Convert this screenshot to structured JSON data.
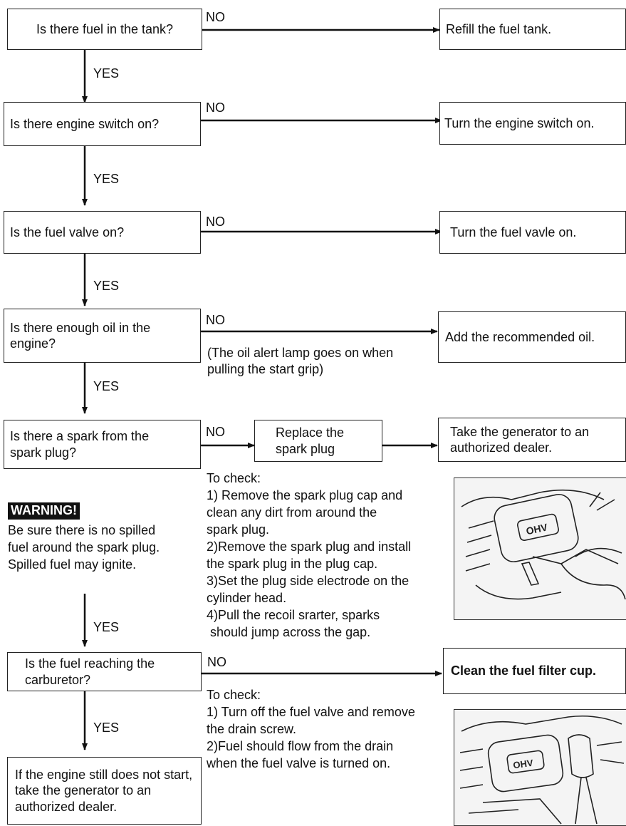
{
  "labels": {
    "yes": "YES",
    "no": "NO"
  },
  "checks": {
    "q1": "Is there fuel in the tank?",
    "a1": "Refill the fuel tank.",
    "q2": "Is there engine switch on?",
    "a2": "Turn the engine switch on.",
    "q3": "Is the fuel valve on?",
    "a3": "Turn the fuel vavle on.",
    "q4": "Is there enough oil in the engine?",
    "a4": "Add the recommended oil.",
    "note4_l1": "(The oil alert lamp goes on when",
    "note4_l2": "pulling the start grip)",
    "q5": "Is there a spark from the spark plug?",
    "r5": "Replace the spark plug",
    "a5": "Take the generator to an authorized dealer.",
    "q6": "Is the fuel reaching the carburetor?",
    "a6": "Clean the fuel filter cup.",
    "final": "If the engine still does not start, take the generator to an authorized dealer."
  },
  "spark_check": {
    "heading": "To check:",
    "lines": [
      "1) Remove the spark plug cap and",
      "clean any dirt from around the",
      "spark plug.",
      "2)Remove the spark plug and install",
      "the spark plug in the plug cap.",
      "3)Set the plug side electrode on the",
      "cylinder head.",
      "4)Pull the recoil srarter, sparks",
      " should jump across the gap."
    ]
  },
  "fuel_check": {
    "heading": "To check:",
    "lines": [
      "1) Turn off the fuel valve and remove",
      "the drain screw.",
      "2)Fuel should flow from the drain",
      "when the fuel valve is turned on."
    ]
  },
  "warning": {
    "badge": "WARNING!",
    "lines": [
      "Be sure there is no spilled",
      "fuel around the spark plug.",
      "Spilled fuel may ignite."
    ]
  },
  "photo_labels": {
    "engine_mark": "OHV"
  }
}
